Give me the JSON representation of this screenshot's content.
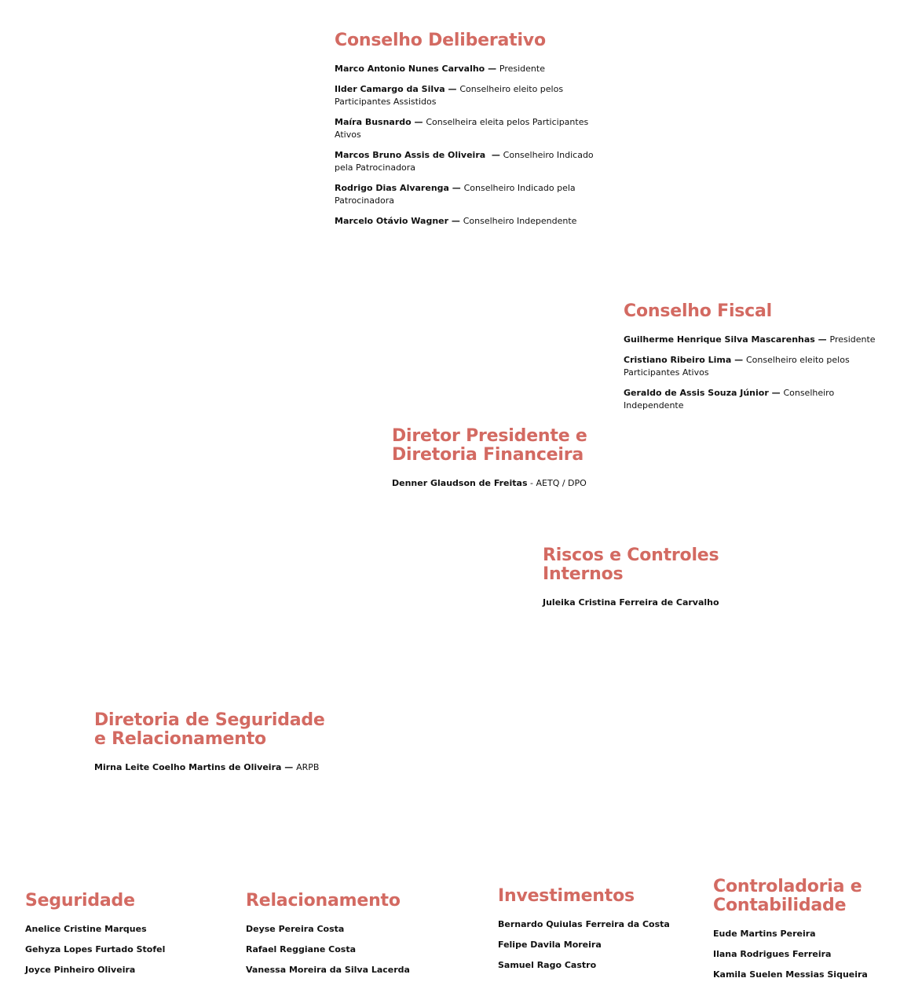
{
  "sections": {
    "conselho_deliberativo": {
      "title": "Conselho Deliberativo",
      "members": [
        {
          "name": "Marco Antonio Nunes Carvalho",
          "sep": " — ",
          "role": "Presidente"
        },
        {
          "name": "Ilder Camargo da Silva",
          "sep": " — ",
          "role": "Conselheiro eleito pelos Participantes Assistidos"
        },
        {
          "name": "Maíra Busnardo",
          "sep": " — ",
          "role": "Conselheira eleita pelos Participantes Ativos"
        },
        {
          "name": "Marcos Bruno Assis de Oliveira",
          "sep": "  — ",
          "role": "Conselheiro Indicado pela Patrocinadora"
        },
        {
          "name": "Rodrigo Dias Alvarenga",
          "sep": " — ",
          "role": "Conselheiro Indicado pela Patrocinadora"
        },
        {
          "name": "Marcelo Otávio Wagner",
          "sep": " — ",
          "role": "Conselheiro Independente"
        }
      ]
    },
    "conselho_fiscal": {
      "title": "Conselho Fiscal",
      "members": [
        {
          "name": "Guilherme Henrique Silva Mascarenhas",
          "sep": " — ",
          "role": "Presidente"
        },
        {
          "name": "Cristiano Ribeiro Lima",
          "sep": " — ",
          "role": "Conselheiro eleito pelos Participantes Ativos"
        },
        {
          "name": "Geraldo de Assis Souza Júnior",
          "sep": " — ",
          "role": "Conselheiro Independente"
        }
      ]
    },
    "diretor_presidente": {
      "title": "Diretor Presidente e Diretoria Financeira",
      "members": [
        {
          "name": "Denner Glaudson de Freitas",
          "sep": " - ",
          "role": "AETQ / DPO"
        }
      ]
    },
    "riscos": {
      "title": "Riscos e Controles Internos",
      "members": [
        "Juleika Cristina Ferreira de Carvalho"
      ]
    },
    "diretoria_seguridade": {
      "title": "Diretoria de Seguridade e Relacionamento",
      "members": [
        {
          "name": "Mirna Leite Coelho Martins de Oliveira",
          "sep": " — ",
          "role": "ARPB"
        }
      ]
    },
    "seguridade": {
      "title": "Seguridade",
      "members": [
        "Anelice Cristine Marques",
        "Gehyza Lopes Furtado Stofel",
        "Joyce Pinheiro Oliveira"
      ]
    },
    "relacionamento": {
      "title": "Relacionamento",
      "members": [
        "Deyse Pereira Costa",
        "Rafael Reggiane Costa",
        "Vanessa Moreira da Silva Lacerda"
      ]
    },
    "investimentos": {
      "title": "Investimentos",
      "members": [
        "Bernardo Quiulas Ferreira da Costa",
        "Felipe Davila Moreira",
        "Samuel Rago Castro"
      ]
    },
    "controladoria": {
      "title": "Controladoria e Contabilidade",
      "members": [
        "Eude Martins Pereira",
        "Ilana Rodrigues Ferreira",
        "Kamila Suelen Messias Siqueira"
      ]
    }
  },
  "accent_color": "#d36a62"
}
